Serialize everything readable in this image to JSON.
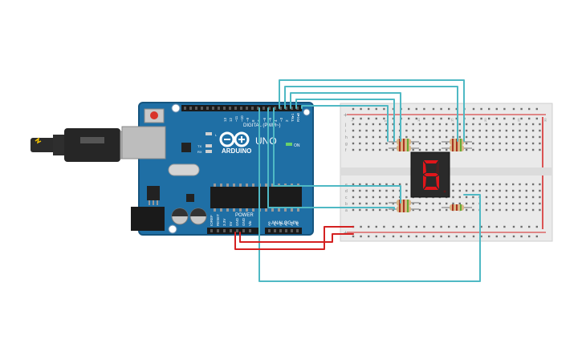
{
  "arduino": {
    "brand": "ARDUINO",
    "model": "UNO",
    "on_label": "ON",
    "digital_label": "DIGITAL (PWM~)",
    "analog_label": "ANALOG IN",
    "power_label": "POWER",
    "aref": "AREF",
    "gnd": "GND",
    "l_label": "L",
    "tx_label": "TX",
    "rx_label": "RX",
    "digital_pins": [
      "13",
      "12",
      "~11",
      "~10",
      "~9",
      "8",
      "7",
      "~6",
      "~5",
      "4",
      "~3",
      "2",
      "TX▸1",
      "RX◂0"
    ],
    "power_pins": [
      "IOREF",
      "RESET",
      "3.3V",
      "5V",
      "GND",
      "GND",
      "Vin"
    ],
    "analog_pins": [
      "A0",
      "A1",
      "A2",
      "A3",
      "A4",
      "A5"
    ]
  },
  "display": {
    "digit": "6",
    "segment_color": "#e0161b"
  },
  "breadboard": {
    "columns_top": [
      "1",
      "",
      "",
      "",
      "",
      "5",
      "",
      "",
      "",
      "",
      "10",
      "",
      "",
      "",
      "",
      "15",
      "",
      "",
      "",
      "",
      "20",
      "",
      "",
      "",
      "",
      "25",
      "",
      "",
      "",
      "30"
    ],
    "row_labels_top": [
      "j",
      "i",
      "h",
      "g",
      "f"
    ],
    "row_labels_bottom": [
      "e",
      "d",
      "c",
      "b",
      "a"
    ]
  },
  "wire_colors": {
    "signal": "#4fb9c4",
    "power": "#d42121",
    "ground": "#111111"
  },
  "cable_connector_icon": "usb-b-plug-icon"
}
